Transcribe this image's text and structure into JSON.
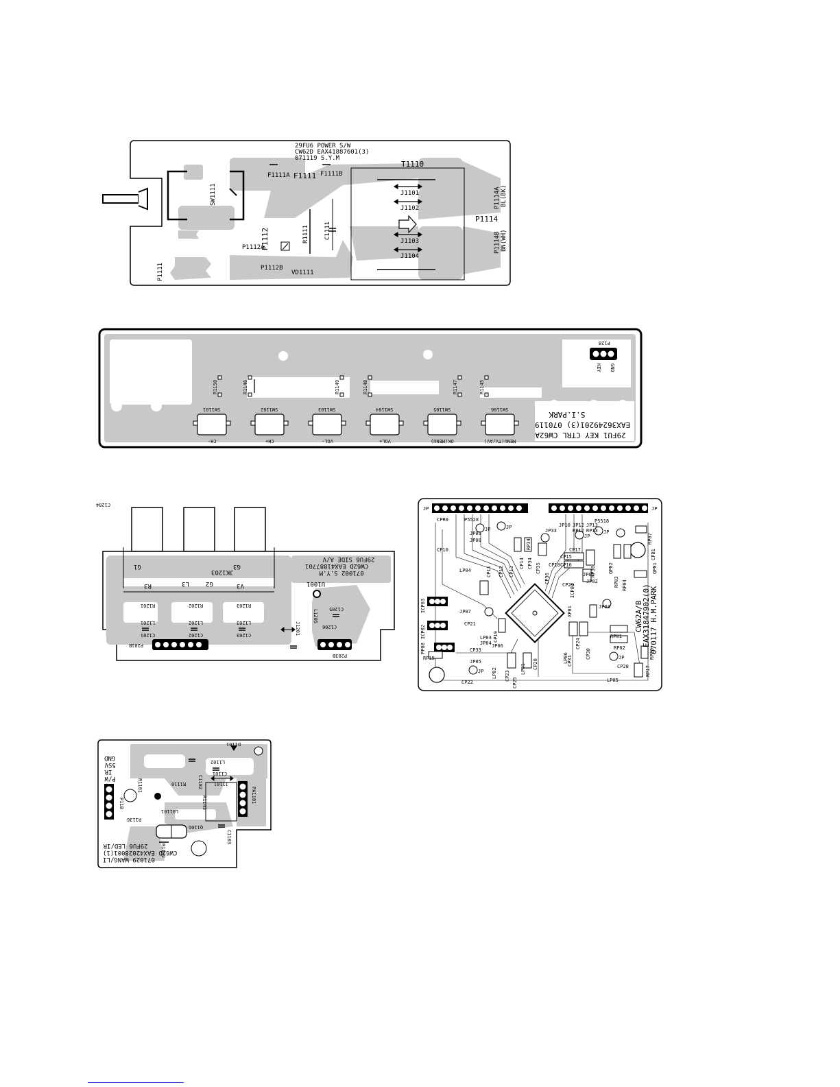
{
  "colors": {
    "copper": "#c8c8c8",
    "line": "#000000",
    "board": "#ffffff",
    "footer": "#3a46c9"
  },
  "power_board": {
    "header": [
      "29FU6 POWER S/W",
      "CW62D EAX41887601(3)",
      "071119 S.Y.M"
    ],
    "labels": [
      "F1111A",
      "F1111",
      "F1111B",
      "T1110",
      "J1101",
      "J1102",
      "J1103",
      "J1104",
      "SW1111",
      "R1111",
      "C1111",
      "P1112",
      "P1112A",
      "P1112B",
      "VD1111",
      "P1111",
      "P1114",
      "P1114A",
      "BL(BK)",
      "P1114B",
      "BN(WH)"
    ]
  },
  "key_board": {
    "header": [
      "29FU1 KEY CTRL CW62A",
      "EAX36249201(3)  070119",
      "S.I.PARK"
    ],
    "switches": [
      "SW1101",
      "SW1102",
      "SW1103",
      "SW1104",
      "SW1105",
      "SW1106"
    ],
    "switch_labels": [
      "CH-",
      "CH+",
      "VOL-",
      "VOL+",
      "OK(MENU)",
      "MENU(TV/AV)"
    ],
    "resistors": [
      "R1150",
      "R1146",
      "R1149",
      "R1148",
      "R1147",
      "R1145"
    ],
    "connector": "P128",
    "connector_pins": [
      "KEY",
      "GND"
    ]
  },
  "side_av_board": {
    "header": [
      "29FU6 SIDE A/V",
      "CW62D EAX41887701",
      "071002 S.Y.M"
    ],
    "labels": [
      "G1",
      "G2",
      "G3",
      "R3",
      "L3",
      "V3",
      "JK1203",
      "U1001",
      "R1201",
      "R1202",
      "R1203",
      "L1201",
      "L1202",
      "L1203",
      "C1201",
      "C1202",
      "C1203",
      "C1204",
      "C1205",
      "C1206",
      "L1205",
      "J1201",
      "P201B",
      "P203B"
    ]
  },
  "main_board": {
    "header": [
      "CW62A/B",
      "EAX31847902(0)",
      "070117 H.M.PARK"
    ],
    "labels": [
      "JP",
      "JP",
      "JP",
      "JP",
      "JP",
      "JP",
      "JP",
      "JP",
      "CP10",
      "CP11",
      "CP12",
      "CP13",
      "CP14",
      "CP15",
      "CP16",
      "CP17",
      "CP18",
      "CP19",
      "CP20",
      "CP21",
      "CP22",
      "CP23",
      "CP24",
      "CP25",
      "CP28",
      "CP29",
      "CP30",
      "CP31",
      "CP33",
      "CP34",
      "CP35",
      "CP36",
      "RP34",
      "RP30",
      "RP07",
      "RP01",
      "RP02",
      "RP03",
      "RP04",
      "RP12",
      "RP13",
      "RP17",
      "RP20",
      "LP01",
      "LP02",
      "LP03",
      "LP04",
      "LP05",
      "LP06",
      "JP01",
      "JP02",
      "JP03",
      "JP04",
      "JP05",
      "JP06",
      "JP07",
      "JP08",
      "JP09",
      "JP10",
      "JP12",
      "JP13",
      "JP33",
      "ICP01",
      "ICP02",
      "ICP03",
      "XP01",
      "QP01",
      "QP02",
      "RP15",
      "PP08",
      "P5528",
      "P5518",
      "CPR0",
      "CPB1"
    ]
  },
  "led_board": {
    "header": [
      "29FU6 LED/IR",
      "CW62D EAX42028001(1)",
      "071029 WANG/LI"
    ],
    "pins": [
      "P/W",
      "IR",
      "5SV",
      "GND"
    ],
    "labels": [
      "D1101",
      "L1102",
      "C1101",
      "C1102",
      "R1110",
      "R1101",
      "R1136",
      "R1143",
      "P11B",
      "J1101",
      "PA1101",
      "Q1106",
      "C1103",
      "L01101",
      "R1102"
    ]
  }
}
